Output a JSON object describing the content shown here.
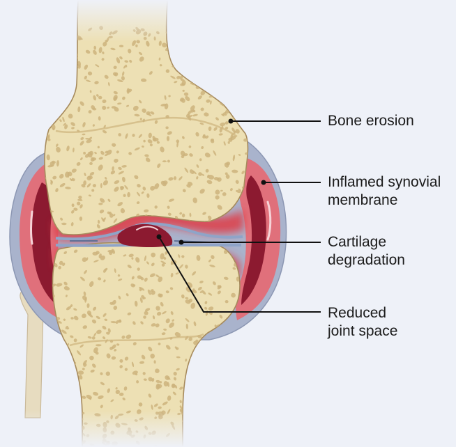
{
  "labels": {
    "bone_erosion": [
      "Bone erosion"
    ],
    "inflamed_synovial_membrane": [
      "Inflamed synovial",
      "membrane"
    ],
    "cartilage_degradation": [
      "Cartilage",
      "degradation"
    ],
    "reduced_joint_space": [
      "Reduced",
      "joint space"
    ]
  },
  "colors": {
    "background": "#eef1f8",
    "bone": "#ede0b4",
    "bone_outline": "#a68a5c",
    "marrow_pores": "#cdb37c",
    "joint_capsule": "#a9b3cc",
    "synovium_inflamed": "#e0707b",
    "synovium_dark": "#8c1a30",
    "inflammation_red": "#e03a45",
    "cartilage_blue": "#8fa4c8",
    "leader_line": "#111111"
  }
}
